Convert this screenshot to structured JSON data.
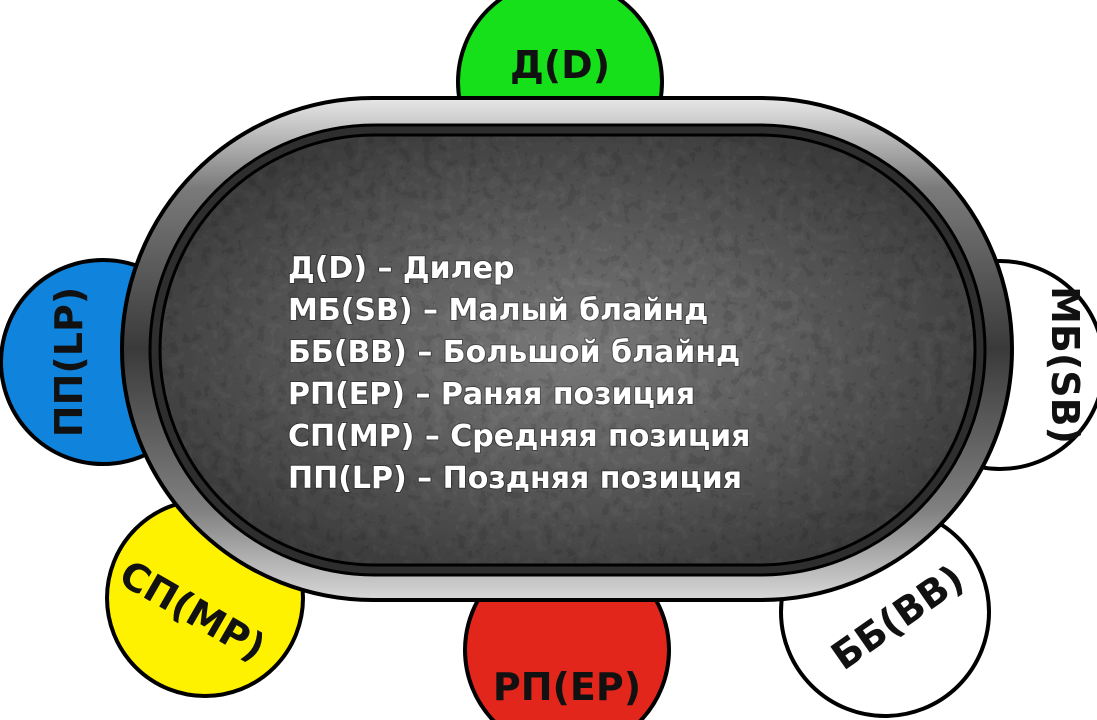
{
  "seats": {
    "dealer": {
      "label": "Д(D)",
      "color": "#16e01a"
    },
    "small_blind": {
      "label": "МБ(SB)",
      "color": "#ffffff"
    },
    "big_blind": {
      "label": "ББ(BB)",
      "color": "#ffffff"
    },
    "early_position": {
      "label": "РП(EP)",
      "color": "#e3261c"
    },
    "middle_position": {
      "label": "СП(MP)",
      "color": "#fff200"
    },
    "late_position": {
      "label": "ПП(LP)",
      "color": "#1084dc"
    }
  },
  "legend": {
    "lines": [
      "Д(D) – Дилер",
      "МБ(SB) – Малый блайнд",
      "ББ(BB) – Большой блайнд",
      "РП(EP) – Раняя позиция",
      "СП(MP) – Средняя позиция",
      "ПП(LP) – Поздняя позиция"
    ]
  },
  "table": {
    "felt_color": "#6e6e6e",
    "rail_color": "#8a8a8a"
  }
}
